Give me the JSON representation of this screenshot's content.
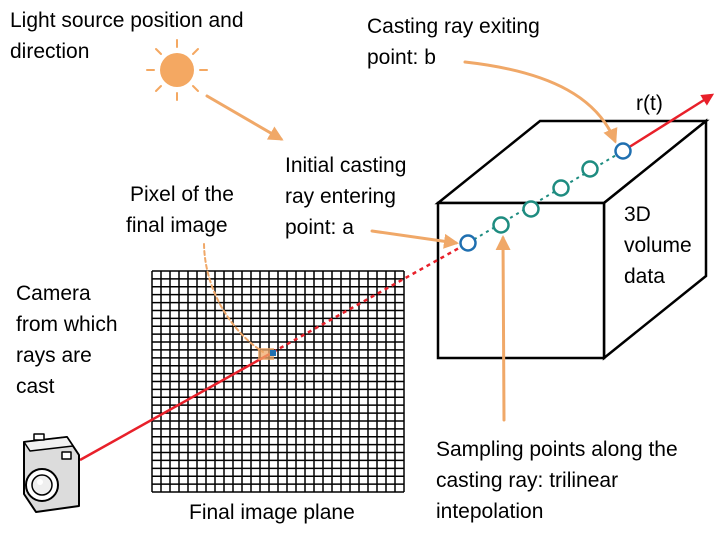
{
  "labels": {
    "light_line1": "Light source position and",
    "light_line2": "direction",
    "exit_line1": "Casting ray exiting",
    "exit_line2": "point: b",
    "ray_label": "r(t)",
    "entry_line1": "Initial casting",
    "entry_line2": "ray entering",
    "entry_line3": "point: a",
    "pixel_line1": "Pixel of the",
    "pixel_line2": "final image",
    "volume_line1": "3D",
    "volume_line2": "volume",
    "volume_line3": "data",
    "camera_line1": "Camera",
    "camera_line2": "from which",
    "camera_line3": "rays are",
    "camera_line4": "cast",
    "sampling_line1": "Sampling points along the",
    "sampling_line2": "casting ray: trilinear",
    "sampling_line3": "intepolation",
    "plane_label": "Final image plane"
  },
  "colors": {
    "ray": "#e8202a",
    "sample_ring": "#1e8c80",
    "endpoint_ring": "#1f6fb0",
    "callout_arrow": "#f0a868",
    "sun": "#f4a862",
    "grid": "#000000"
  },
  "icons": {
    "light": "sun-icon",
    "camera": "camera-icon"
  }
}
